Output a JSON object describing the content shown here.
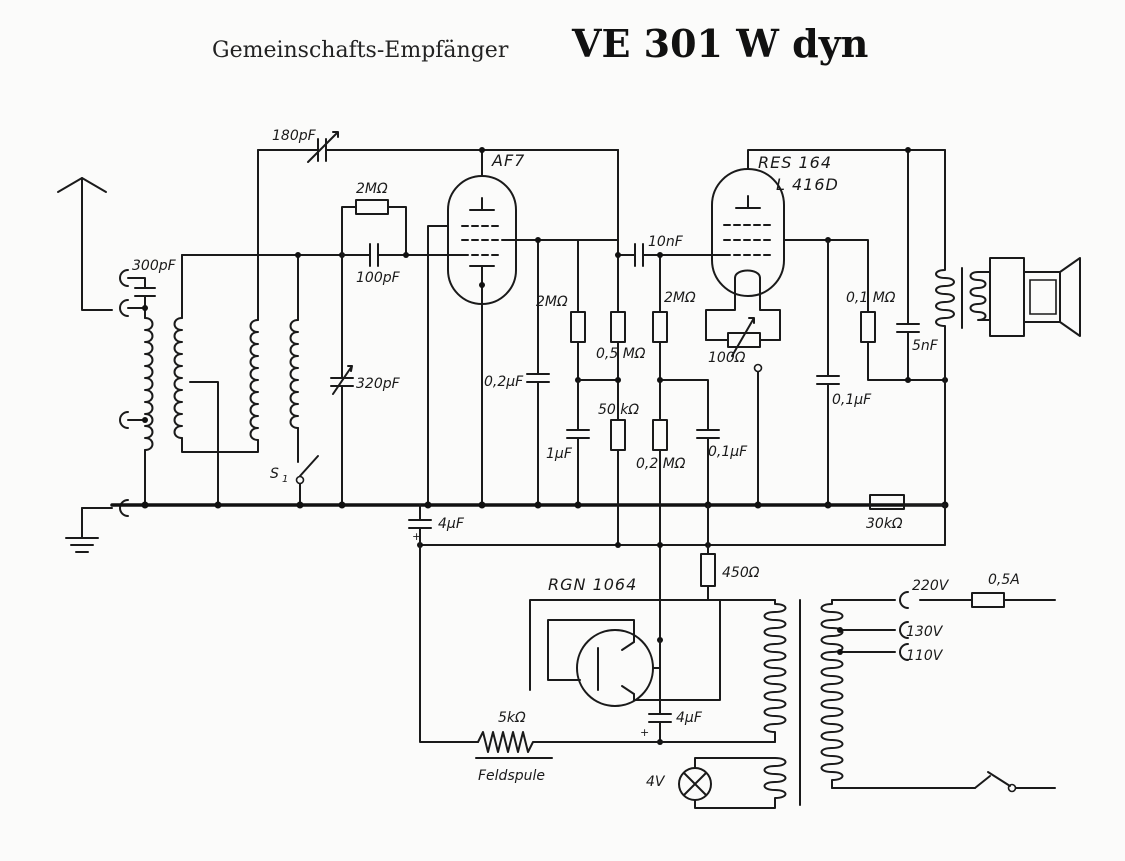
{
  "title": {
    "subtitle": "Gemeinschafts-Empfänger",
    "model": "VE 301 W dyn"
  },
  "tubes": {
    "af7": "AF7",
    "res164": "RES 164",
    "l416d": "L 416D",
    "rgn": "RGN 1064"
  },
  "labels": {
    "c180": "180pF",
    "c300": "300pF",
    "r2m_grid": "2MΩ",
    "c100": "100pF",
    "c320": "320pF",
    "s1": "S",
    "s1_sub": "1",
    "c02": "0,2µF",
    "r2m_a": "2MΩ",
    "r05": "0,5 MΩ",
    "c1u": "1µF",
    "r50k": "50 kΩ",
    "r2m_b": "2MΩ",
    "r02": "0,2 MΩ",
    "c01a": "0,1µF",
    "c10n": "10nF",
    "r100": "100Ω",
    "r01": "0,1 MΩ",
    "c01b": "0,1µF",
    "c5n": "5nF",
    "r30k": "30kΩ",
    "c4u_a": "4µF",
    "r450": "450Ω",
    "v220": "220V",
    "fuse": "0,5A",
    "v130": "130V",
    "v110": "110V",
    "c4u_b": "4µF",
    "r5k": "5kΩ",
    "feld": "Feldspule",
    "lamp": "4V"
  },
  "symbols": [
    "antenna-icon",
    "ground-icon",
    "speaker-icon",
    "lamp-icon",
    "switch-icon"
  ]
}
